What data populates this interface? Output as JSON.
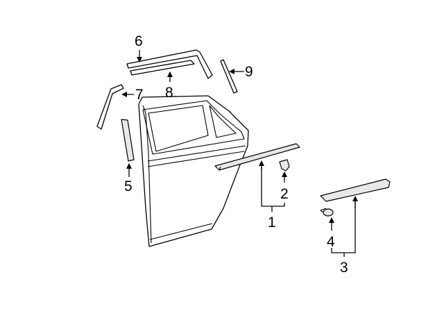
{
  "diagram": {
    "callouts": [
      {
        "id": "1",
        "label": "1"
      },
      {
        "id": "2",
        "label": "2"
      },
      {
        "id": "3",
        "label": "3"
      },
      {
        "id": "4",
        "label": "4"
      },
      {
        "id": "5",
        "label": "5"
      },
      {
        "id": "6",
        "label": "6"
      },
      {
        "id": "7",
        "label": "7"
      },
      {
        "id": "8",
        "label": "8"
      },
      {
        "id": "9",
        "label": "9"
      }
    ],
    "colors": {
      "line": "#000000",
      "background": "#ffffff",
      "shade": "#e8e8e8"
    }
  }
}
